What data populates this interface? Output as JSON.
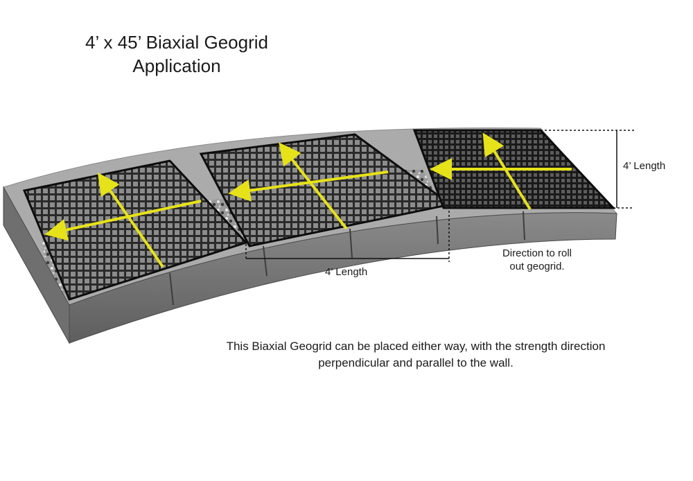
{
  "title": {
    "line1": "4’ x 45’  Biaxial Geogrid",
    "line2": "Application"
  },
  "labels": {
    "side_length": "4’ Length",
    "bottom_length": "4’ Length",
    "roll_direction_line1": "Direction to roll",
    "roll_direction_line2": "out geogrid."
  },
  "caption": {
    "line1": "This Biaxial Geogrid can be placed either way, with the strength direction",
    "line2": "perpendicular and parallel to the wall."
  },
  "colors": {
    "arrow": "#e6e21a",
    "grid": "#0d0d0d",
    "stone_top": "#a9a9a9",
    "stone_face": "#7d7d7d",
    "dimension_line": "#111111"
  }
}
